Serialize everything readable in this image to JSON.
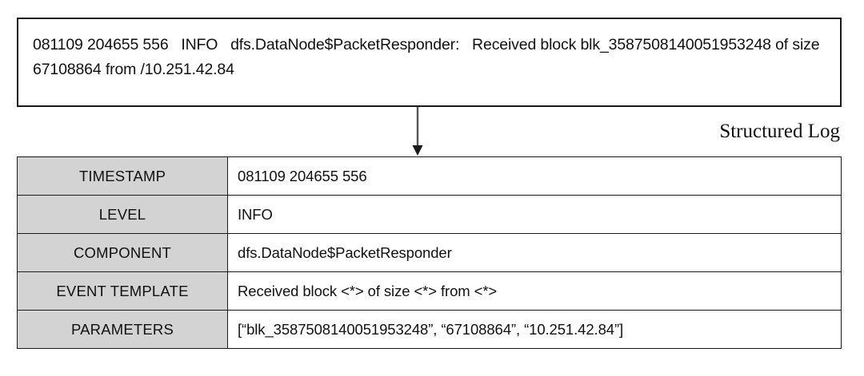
{
  "raw_log": {
    "label": "raw-log-entry",
    "text": "081109 204655 556   INFO   dfs.DataNode$PacketResponder:   Received block blk_3587508140051953248 of size 67108864 from /10.251.42.84"
  },
  "arrow": {
    "icon": "down-arrow-icon",
    "color": "#555555"
  },
  "caption": {
    "text": "Structured Log"
  },
  "table": {
    "rows": [
      {
        "field": "TIMESTAMP",
        "value": "081109 204655 556"
      },
      {
        "field": "LEVEL",
        "value": "INFO"
      },
      {
        "field": "COMPONENT",
        "value": "dfs.DataNode$PacketResponder"
      },
      {
        "field": "EVENT TEMPLATE",
        "value": "Received block <*> of size <*> from <*>"
      },
      {
        "field": "PARAMETERS",
        "value": "[“blk_3587508140051953248”, “67108864”, “10.251.42.84”]"
      }
    ]
  },
  "colors": {
    "label_cell_background": "#d3d3d3",
    "border": "#1a1a1a",
    "page_background": "#ffffff",
    "text": "#111111"
  }
}
